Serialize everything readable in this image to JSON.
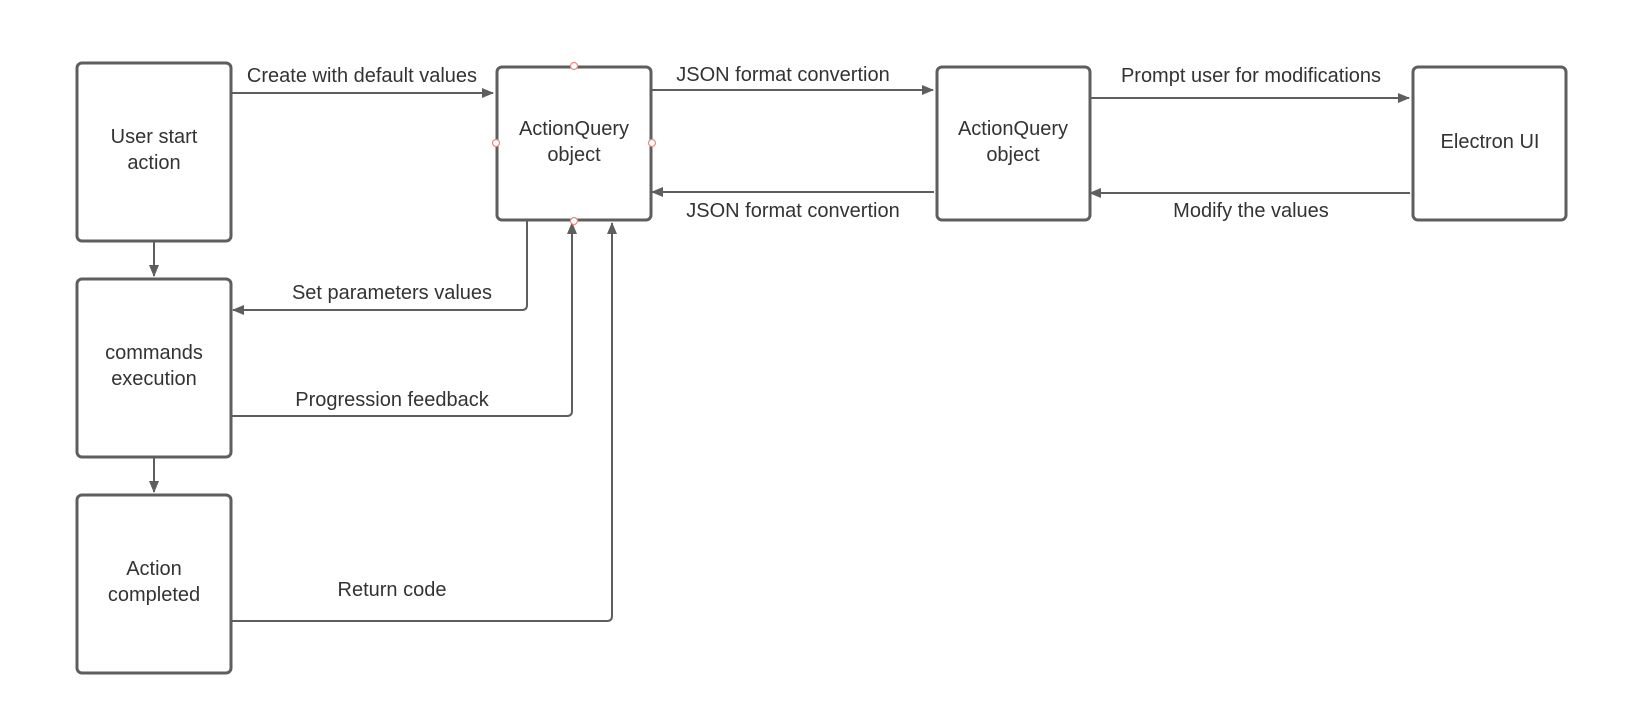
{
  "diagram": {
    "nodes": {
      "user_start": {
        "line1": "User start",
        "line2": "action"
      },
      "actionquery_left": {
        "line1": "ActionQuery",
        "line2": "object"
      },
      "actionquery_right": {
        "line1": "ActionQuery",
        "line2": "object"
      },
      "electron_ui": {
        "line1": "Electron UI"
      },
      "commands_execution": {
        "line1": "commands",
        "line2": "execution"
      },
      "action_completed": {
        "line1": "Action",
        "line2": "completed"
      }
    },
    "edges": {
      "create_defaults": "Create with default values",
      "json_forward": "JSON format convertion",
      "prompt_user": "Prompt user for modifications",
      "modify_values": "Modify the values",
      "json_back": "JSON format convertion",
      "set_parameters": "Set parameters values",
      "progression_feedback": "Progression feedback",
      "return_code": "Return code"
    },
    "colors": {
      "stroke": "#5e5e5e",
      "text": "#333333",
      "selection_handle": "#e98a8a"
    }
  }
}
